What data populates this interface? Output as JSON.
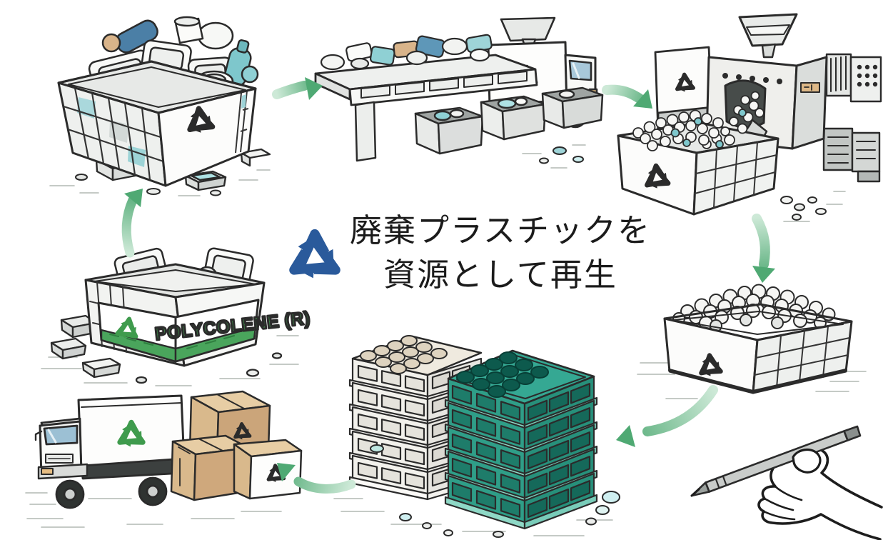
{
  "title": {
    "line1": "廃棄プラスチックを",
    "line2": "資源として再生"
  },
  "brand": {
    "label": "POLYCOLENE (R)"
  },
  "icons": {
    "center": "recycle-icon",
    "crate_marks": "recycle-icon",
    "glyph": "♻"
  },
  "colors": {
    "center_icon_blue": "#2a5a9b",
    "brand_green": "#3f9b4d",
    "arrow_green": "#4fa973",
    "arrow_green_light": "#cde9d7",
    "teal_crate": "#2f9e88",
    "cardboard_tan": "#d9b98c",
    "outline_ink": "#2b2b2b",
    "headline_text": "#1b1b1b"
  },
  "stages": [
    {
      "name": "waste-plastic-crate-illustration"
    },
    {
      "name": "sorting-station-truck-illustration"
    },
    {
      "name": "pelletizing-machine-illustration"
    },
    {
      "name": "recycled-pellet-crate-illustration"
    },
    {
      "name": "hand-with-pen-illustration"
    },
    {
      "name": "stacked-product-crates-illustration"
    },
    {
      "name": "delivery-truck-boxes-illustration"
    },
    {
      "name": "polycolene-product-crate-illustration"
    }
  ],
  "arrows": {
    "count": 6
  }
}
